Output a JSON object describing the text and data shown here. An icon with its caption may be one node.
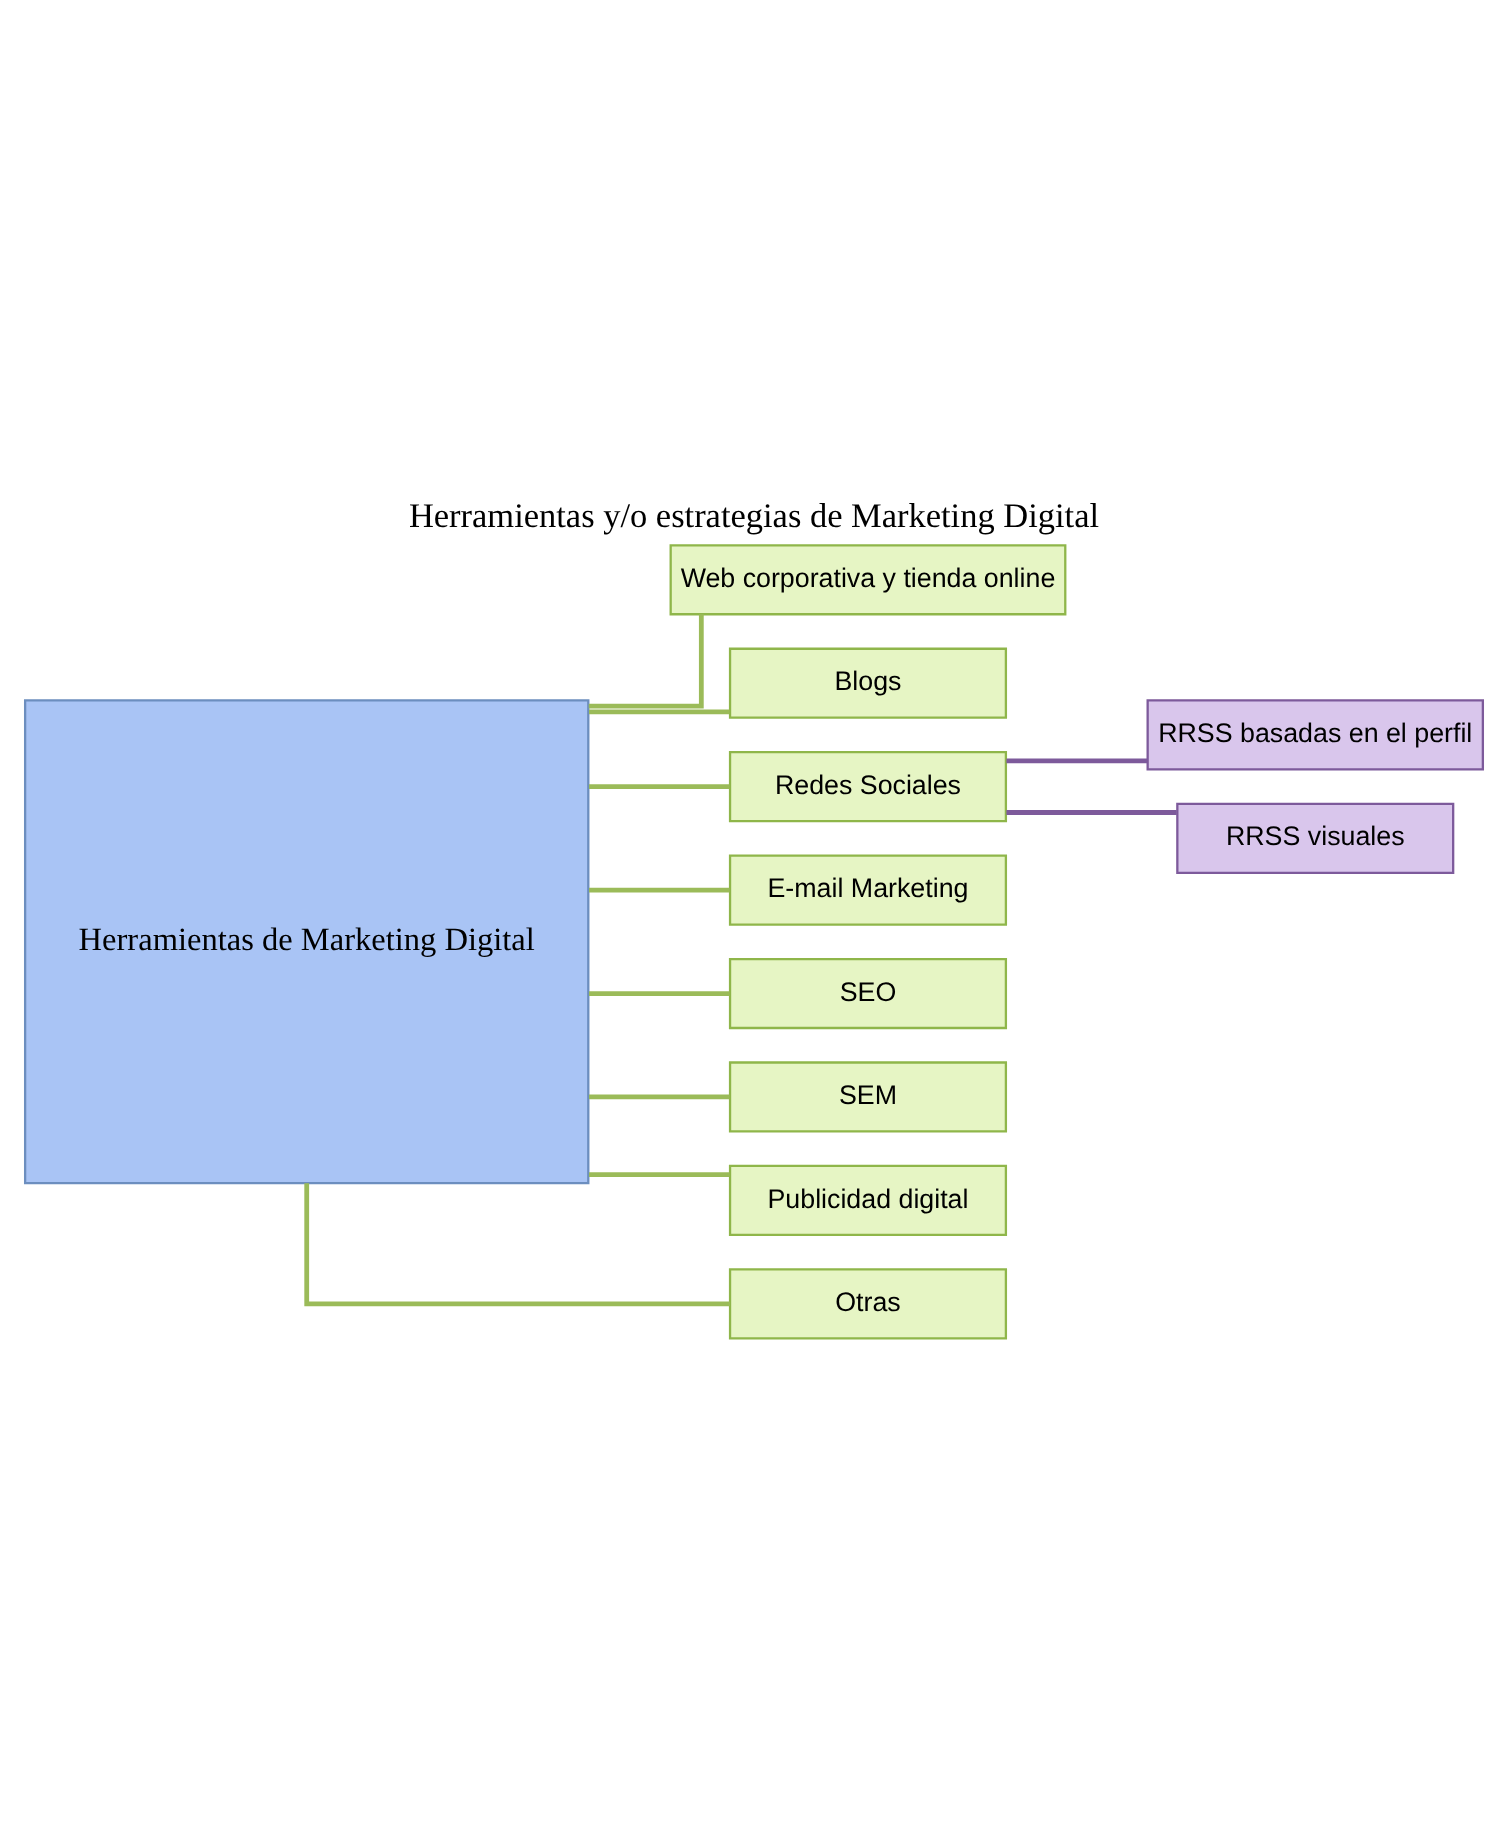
{
  "diagram": {
    "title": "Herramientas y/o estrategias de Marketing Digital",
    "nodes": [
      {
        "text": [
          "Herramientas de Marketing Digital"
        ]
      },
      {
        "text": [
          "Web corporativa y tienda online"
        ]
      },
      {
        "text": [
          "Blogs"
        ]
      },
      {
        "text": [
          "Redes Sociales"
        ]
      },
      {
        "text": [
          "E-mail Marketing"
        ]
      },
      {
        "text": [
          "SEO"
        ]
      },
      {
        "text": [
          "SEM"
        ]
      },
      {
        "text": [
          "Publicidad digital"
        ]
      },
      {
        "text": [
          "Otras"
        ]
      },
      {
        "text": [
          "RRSS basadas en el perfil"
        ]
      },
      {
        "text": [
          "RRSS visuales"
        ]
      }
    ],
    "edges": [
      {
        "from": 0,
        "to": 1,
        "arrow": "none"
      },
      {
        "from": 0,
        "to": 2,
        "arrow": "none"
      },
      {
        "from": 0,
        "to": 3,
        "arrow": "none"
      },
      {
        "from": 0,
        "to": 4,
        "arrow": "none"
      },
      {
        "from": 0,
        "to": 5,
        "arrow": "none"
      },
      {
        "from": 0,
        "to": 6,
        "arrow": "none"
      },
      {
        "from": 0,
        "to": 7,
        "arrow": "none"
      },
      {
        "from": 0,
        "to": 8,
        "arrow": "none"
      },
      {
        "from": 3,
        "to": 9,
        "arrow": "none",
        "color": "#7d5a9b"
      },
      {
        "from": 3,
        "to": 10,
        "arrow": "none",
        "color": "#7d5a9b"
      }
    ]
  }
}
